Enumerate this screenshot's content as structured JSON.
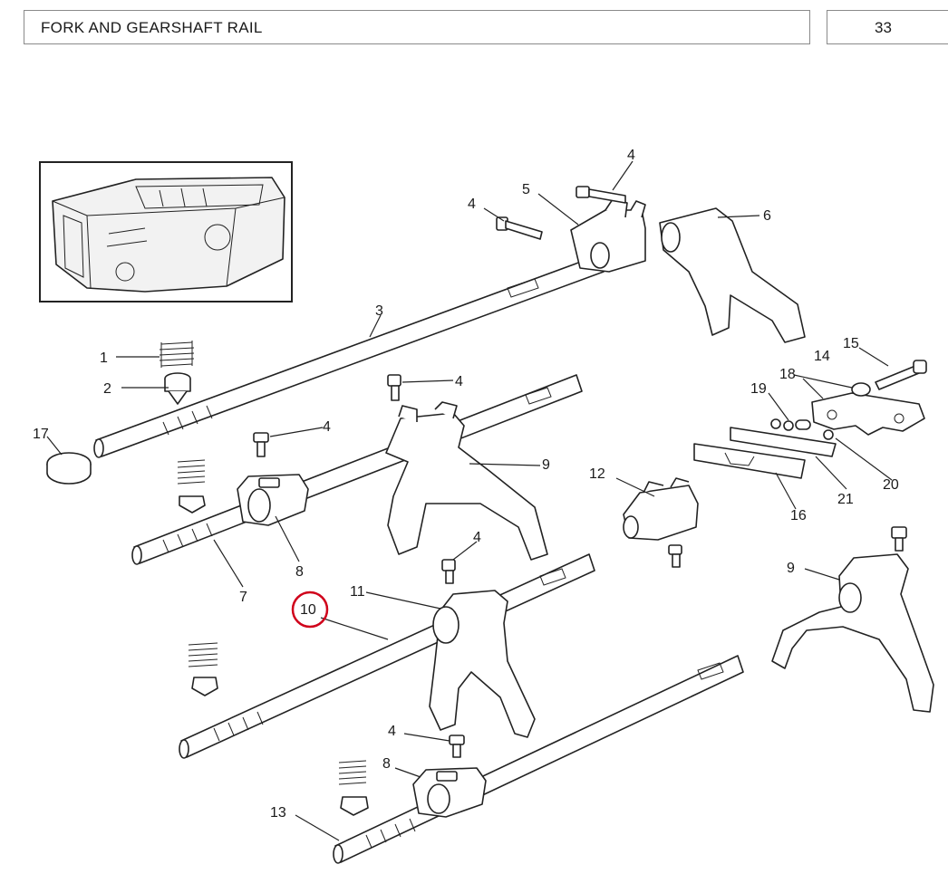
{
  "header": {
    "title": "FORK AND GEARSHAFT RAIL",
    "page_number": "33"
  },
  "callouts": {
    "c1": "1",
    "c2": "2",
    "c3": "3",
    "c4a": "4",
    "c4b": "4",
    "c4c": "4",
    "c4d": "4",
    "c4e": "4",
    "c4f": "4",
    "c5": "5",
    "c6": "6",
    "c7": "7",
    "c8a": "8",
    "c8b": "8",
    "c9a": "9",
    "c9b": "9",
    "c10": "10",
    "c11": "11",
    "c12": "12",
    "c13": "13",
    "c14": "14",
    "c15": "15",
    "c16": "16",
    "c17": "17",
    "c18": "18",
    "c19": "19",
    "c20": "20",
    "c21": "21"
  },
  "highlight": {
    "callout": "10",
    "color": "#d0021b"
  },
  "colors": {
    "line": "#222222",
    "border": "#8a8a8a"
  }
}
